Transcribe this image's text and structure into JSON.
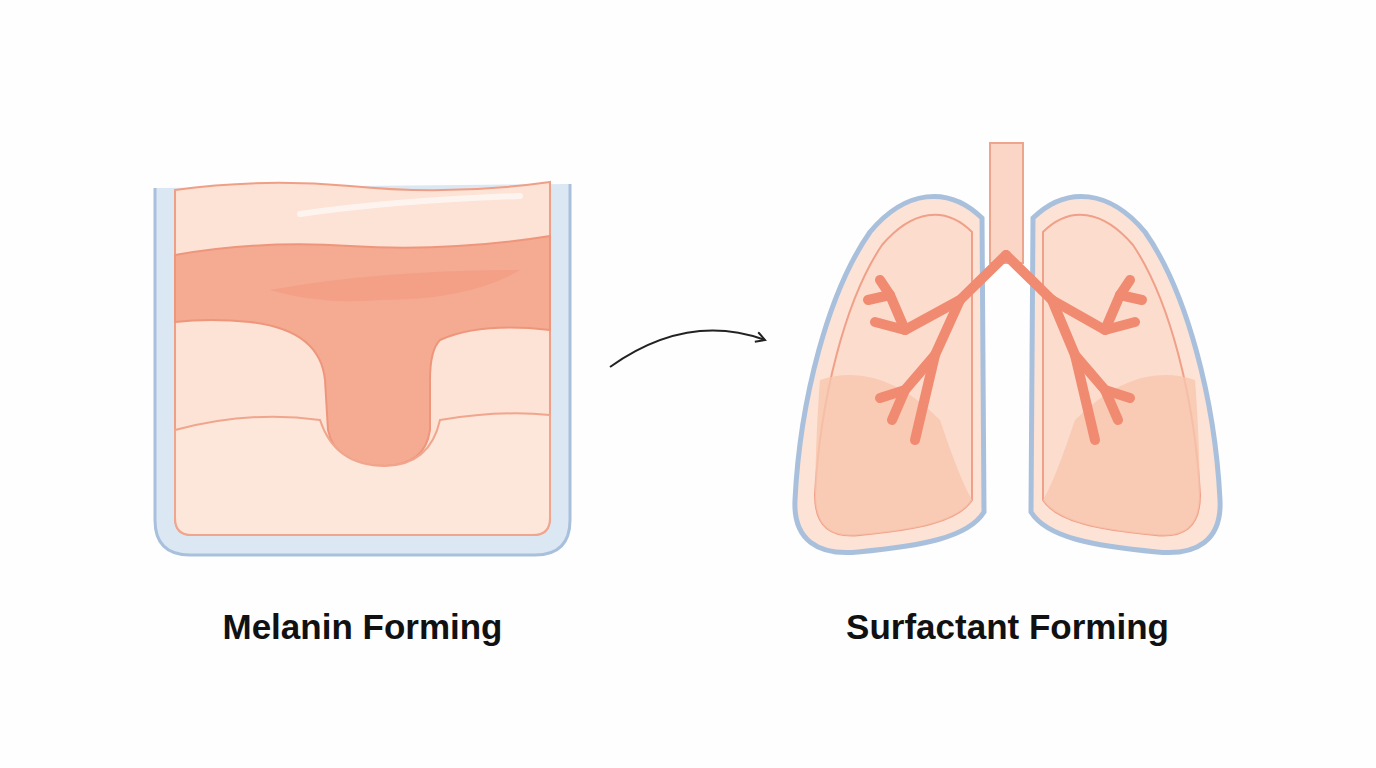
{
  "diagram": {
    "nodes": [
      {
        "text": [
          "Melanin Forming"
        ]
      },
      {
        "text": [
          "Surfactant Forming"
        ]
      }
    ],
    "edges": [
      {
        "from": 0,
        "to": 1,
        "arrow": "to"
      }
    ]
  }
}
